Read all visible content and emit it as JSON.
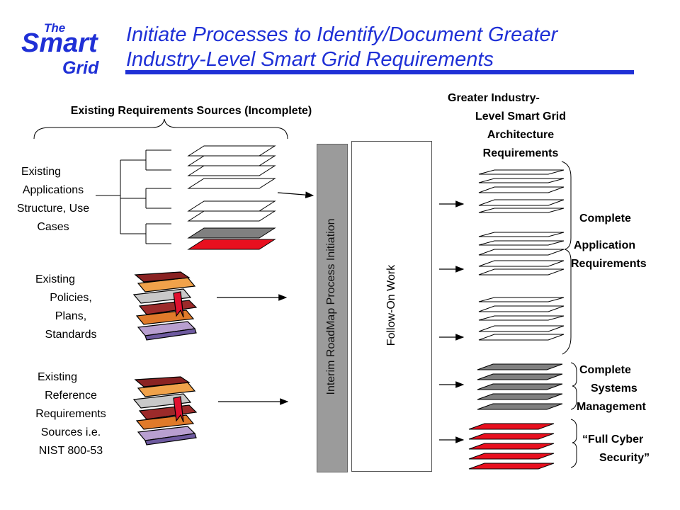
{
  "logo": {
    "the": "The",
    "smart": "Smart",
    "grid": "Grid"
  },
  "title": "Initiate Processes to Identify/Document Greater Industry-Level Smart Grid Requirements",
  "sources_header": "Existing Requirements Sources (Incomplete)",
  "sources": [
    {
      "label_lines": [
        "Existing",
        "Applications",
        "Structure, Use",
        "Cases"
      ]
    },
    {
      "label_lines": [
        "Existing",
        "Policies,",
        "Plans,",
        "Standards"
      ]
    },
    {
      "label_lines": [
        "Existing",
        "Reference",
        "Requirements",
        "Sources i.e.",
        "NIST 800-53"
      ]
    }
  ],
  "process_bar": "Interim RoadMap Process Initiation",
  "follow_on": "Follow-On Work",
  "output_header_lines": [
    "Greater Industry-",
    "Level Smart Grid",
    "Architecture",
    "Requirements"
  ],
  "outputs": [
    {
      "label_lines": [
        "Complete",
        "Application",
        "Requirements"
      ]
    },
    {
      "label_lines": [
        "Complete",
        "Systems",
        "Management"
      ]
    },
    {
      "label_lines": [
        "“Full Cyber",
        "Security”"
      ]
    }
  ],
  "colors": {
    "brand": "#1f30d6",
    "sheet_white": "#ffffff",
    "sheet_gray": "#808080",
    "sheet_red": "#e8101f",
    "bar_gray": "#9b9b9b"
  },
  "icons": [
    "book-stack-icon",
    "book-stack-icon"
  ]
}
